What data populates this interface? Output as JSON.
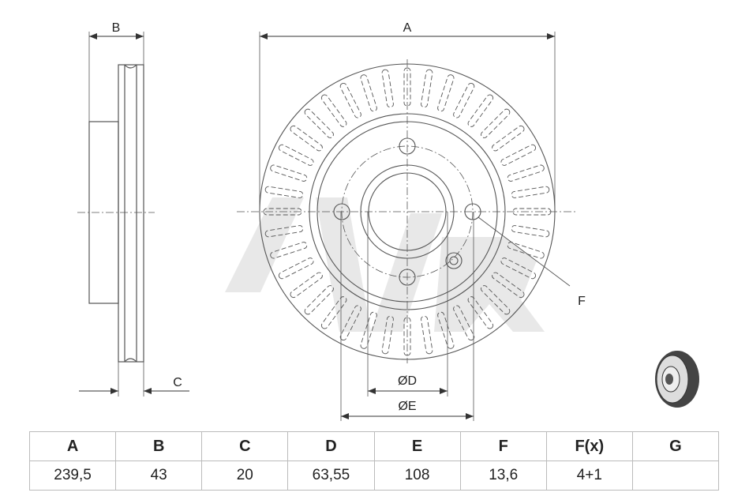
{
  "labels": {
    "A": "A",
    "B": "B",
    "C": "C",
    "D": "ØD",
    "E": "ØE",
    "F": "F"
  },
  "table": {
    "headers": [
      "A",
      "B",
      "C",
      "D",
      "E",
      "F",
      "F(x)",
      "G"
    ],
    "values": [
      "239,5",
      "43",
      "20",
      "63,55",
      "108",
      "13,6",
      "4+1",
      ""
    ]
  },
  "colors": {
    "line": "#555555",
    "watermark": "#e6e6e6"
  }
}
